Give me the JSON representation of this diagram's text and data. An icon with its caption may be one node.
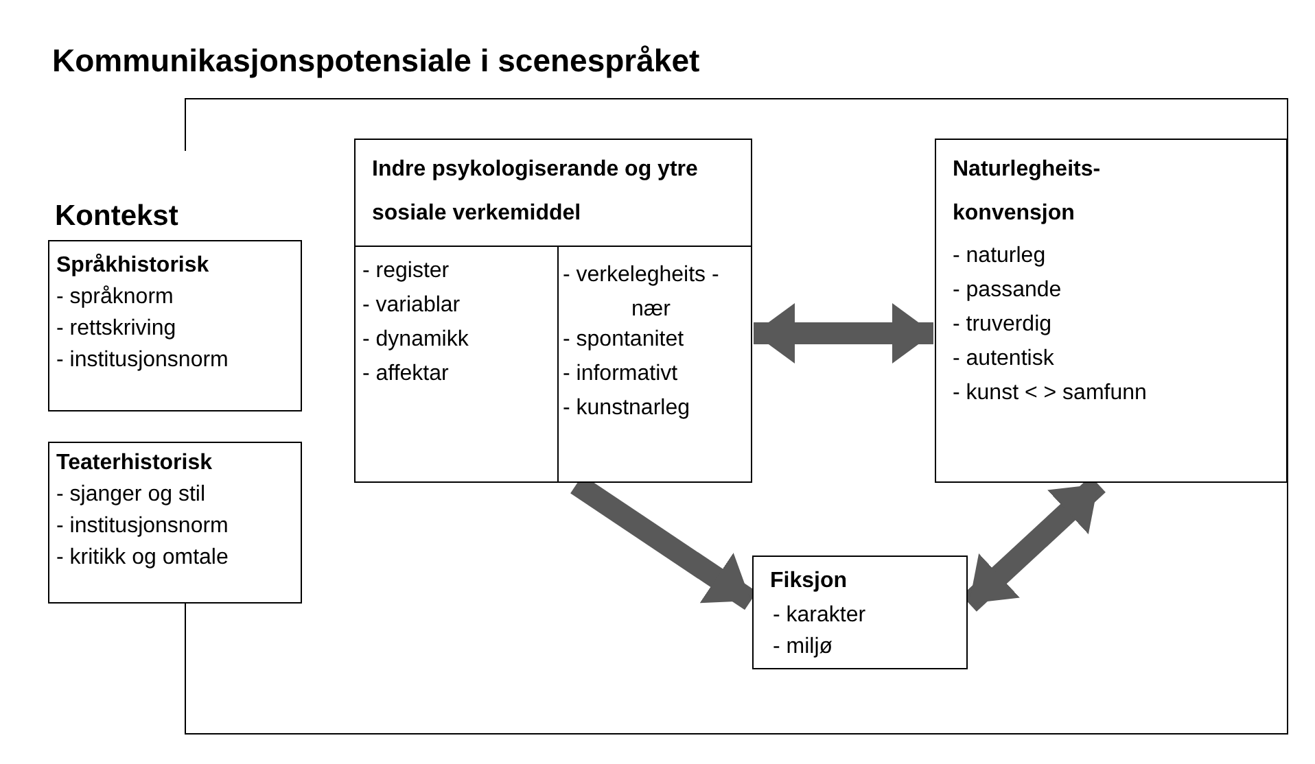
{
  "diagram": {
    "title": "Kommunikasjonspotensiale i scenespråket",
    "nodes": [
      {
        "text": [
          "Språkhistorisk",
          "- språknorm",
          "- rettskriving",
          "- institusjonsnorm"
        ]
      },
      {
        "text": [
          "Teaterhistorisk",
          "- sjanger og stil",
          "- institusjonsnorm",
          "- kritikk og omtale"
        ]
      },
      {
        "text": [
          "Indre psykologiserande og ytre sosiale verkemiddel"
        ]
      },
      {
        "text": [
          "- register",
          "- variablar",
          "- dynamikk",
          "- affektar"
        ],
        "in": 2
      },
      {
        "text": [
          "- verkelegheits -nær",
          "- spontanitet",
          "- informativt",
          "- kunstnarleg"
        ],
        "in": 2
      },
      {
        "text": [
          "Naturlegheits- konvensjon",
          "- naturleg",
          "- passande",
          "- truverdig",
          "- autentisk",
          "- kunst < > samfunn"
        ]
      },
      {
        "text": [
          "Fiksjon",
          "- karakter",
          "- miljø"
        ]
      }
    ],
    "edges": [
      {
        "from": 2,
        "to": 5,
        "arrow": "both"
      },
      {
        "from": 2,
        "to": 6,
        "arrow": "to"
      },
      {
        "from": 6,
        "to": 5,
        "arrow": "both"
      }
    ],
    "labels": [
      "Kontekst"
    ]
  }
}
